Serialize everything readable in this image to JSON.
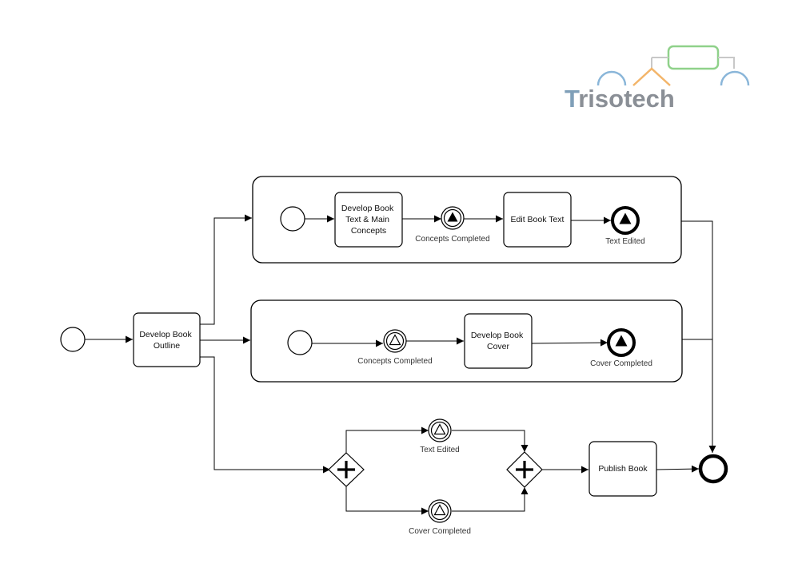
{
  "logo": {
    "text": "Trisotech",
    "colors": {
      "accent_green": "#8fd18a",
      "accent_orange": "#f3b56a",
      "accent_blue": "#8ab6d9",
      "text_blue": "#7f9fb8",
      "text_gray": "#8a8f96"
    }
  },
  "diagram": {
    "start_main": {
      "icon": "start-event"
    },
    "task_outline": {
      "lines": [
        "Develop Book",
        "Outline"
      ]
    },
    "sub1": {
      "start": {
        "icon": "start-event"
      },
      "task_text": {
        "lines": [
          "Develop Book",
          "Text & Main",
          "Concepts"
        ]
      },
      "throw_concepts": {
        "label": "Concepts Completed",
        "icon": "signal-throw-event"
      },
      "task_edit": {
        "lines": [
          "Edit Book Text"
        ]
      },
      "end_text": {
        "label": "Text Edited",
        "icon": "signal-end-event"
      }
    },
    "sub2": {
      "start": {
        "icon": "start-event"
      },
      "catch_concepts": {
        "label": "Concepts Completed",
        "icon": "signal-catch-event"
      },
      "task_cover": {
        "lines": [
          "Develop Book",
          "Cover"
        ]
      },
      "end_cover": {
        "label": "Cover Completed",
        "icon": "signal-end-event"
      }
    },
    "fork": {
      "icon": "parallel-gateway"
    },
    "catch_text": {
      "label": "Text Edited",
      "icon": "signal-catch-event"
    },
    "catch_cover": {
      "label": "Cover Completed",
      "icon": "signal-catch-event"
    },
    "join": {
      "icon": "parallel-gateway"
    },
    "task_publish": {
      "lines": [
        "Publish Book"
      ]
    },
    "end_main": {
      "icon": "end-event"
    }
  }
}
